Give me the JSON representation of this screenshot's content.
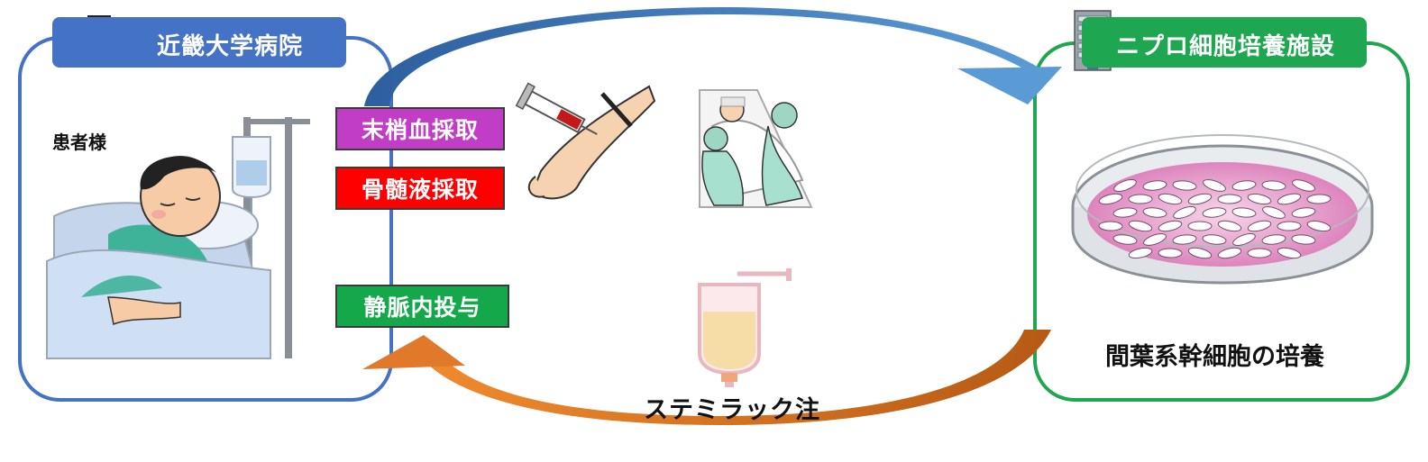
{
  "hospital": {
    "name": "近畿大学病院",
    "color": "#4472c4",
    "icon": "hospital-icon"
  },
  "lab": {
    "name": "ニプロ細胞培養施設",
    "color": "#1fa650",
    "icon": "building-icon"
  },
  "patient": {
    "label": "患者様",
    "icon": "patient-in-bed-icon"
  },
  "procedures": {
    "blood": {
      "label": "末梢血採取",
      "color": "#c23dc5",
      "icon": "blood-draw-syringe-icon"
    },
    "marrow": {
      "label": "骨髄液採取",
      "color": "#ff0000",
      "icon": "bone-marrow-harvest-icon"
    },
    "iv": {
      "label": "静脈内投与",
      "color": "#14a84b"
    }
  },
  "culture": {
    "label": "間葉系幹細胞の培養",
    "icon": "petri-dish-cells-icon"
  },
  "product": {
    "label": "ステミラック注",
    "icon": "infusion-bag-icon"
  },
  "arrows": {
    "to_lab_color": "#4f8fd0",
    "to_patient_color": "#e07a2a"
  }
}
